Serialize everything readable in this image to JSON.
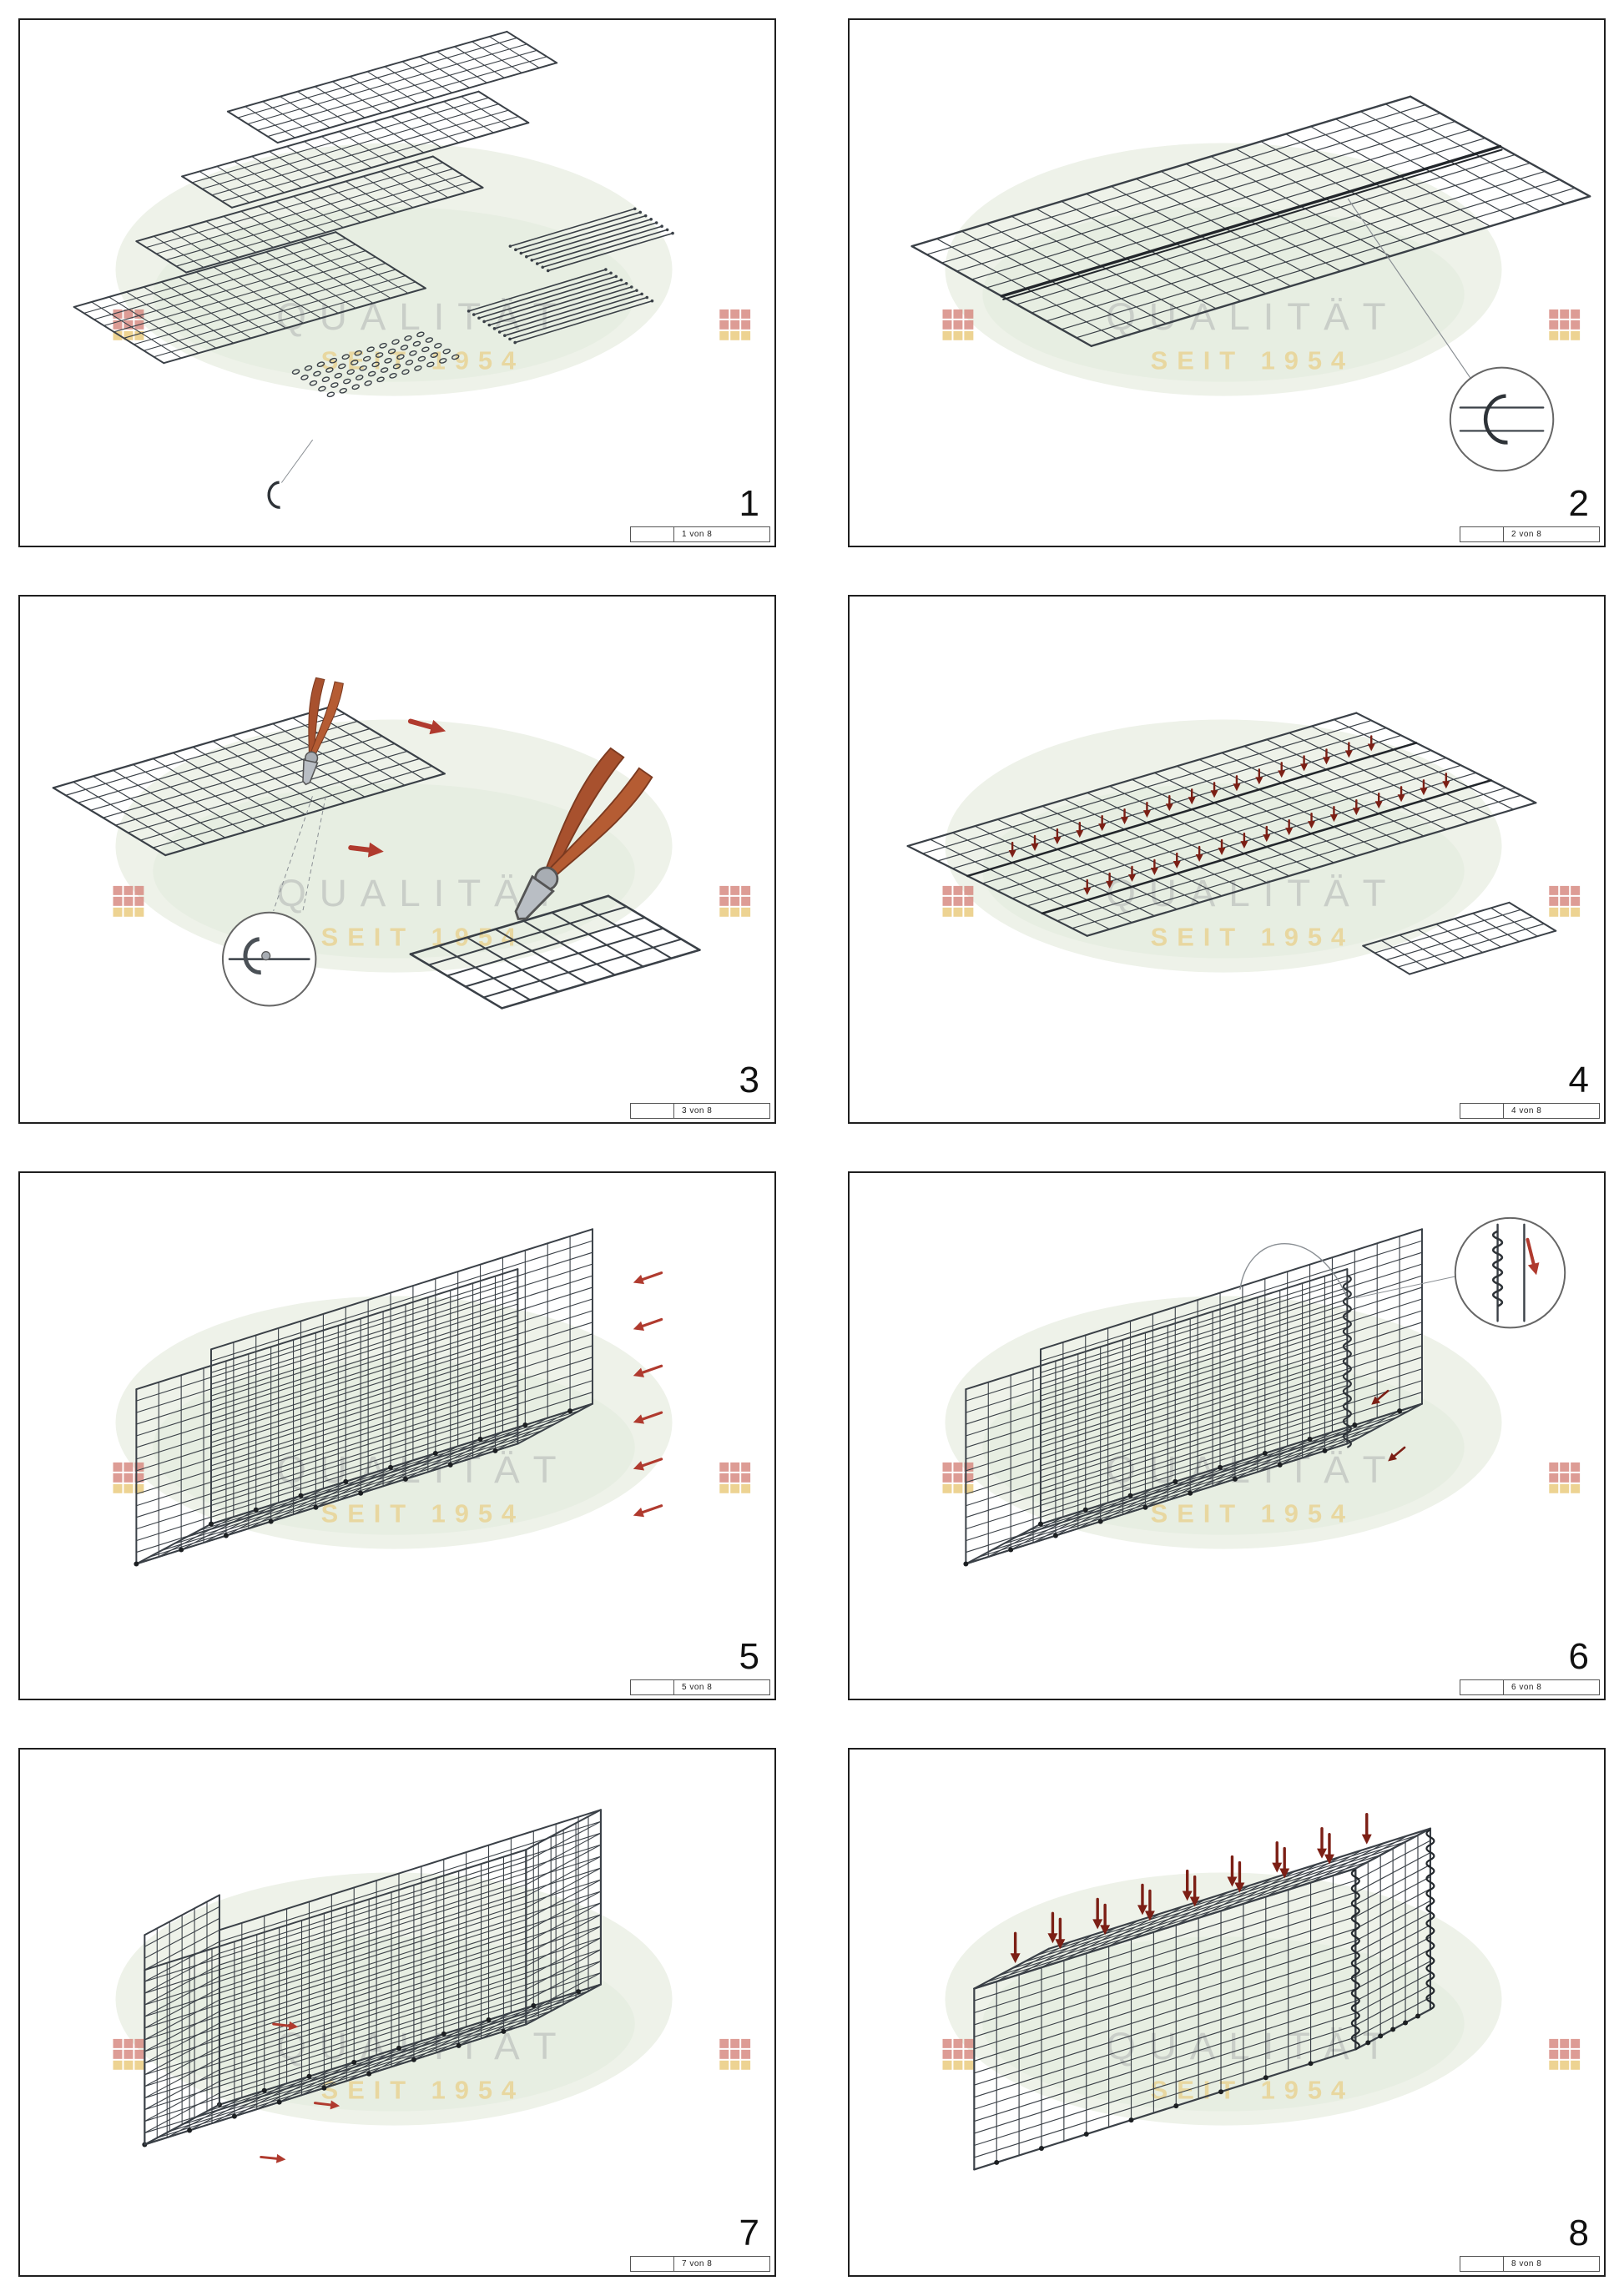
{
  "watermark": {
    "title": "QUALITÄT",
    "subtitle": "SEIT 1954",
    "title_color": "#c9cec8",
    "subtitle_color": "#e8d7a0",
    "ellipse_color": "#eef2e9",
    "ellipse_color_inner": "#e7eee2",
    "flag_red": "#d4837b",
    "flag_gold": "#e9c877"
  },
  "colors": {
    "mesh": "#3a4047",
    "seam": "#22262b",
    "arrow_red": "#b03a2e",
    "arrow_dark": "#7c1f15",
    "tool_handle": "#a8512e",
    "tool_handle_light": "#b55c33",
    "tool_metal": "#a8adb3",
    "callout_stroke": "#666666",
    "leader": "#8a8f94",
    "dot": "#1c1f22"
  },
  "panels": [
    {
      "step": "1",
      "footer": "1 von 8"
    },
    {
      "step": "2",
      "footer": "2 von 8"
    },
    {
      "step": "3",
      "footer": "3 von 8"
    },
    {
      "step": "4",
      "footer": "4 von 8"
    },
    {
      "step": "5",
      "footer": "5 von 8"
    },
    {
      "step": "6",
      "footer": "6 von 8"
    },
    {
      "step": "7",
      "footer": "7 von 8"
    },
    {
      "step": "8",
      "footer": "8 von 8"
    }
  ]
}
